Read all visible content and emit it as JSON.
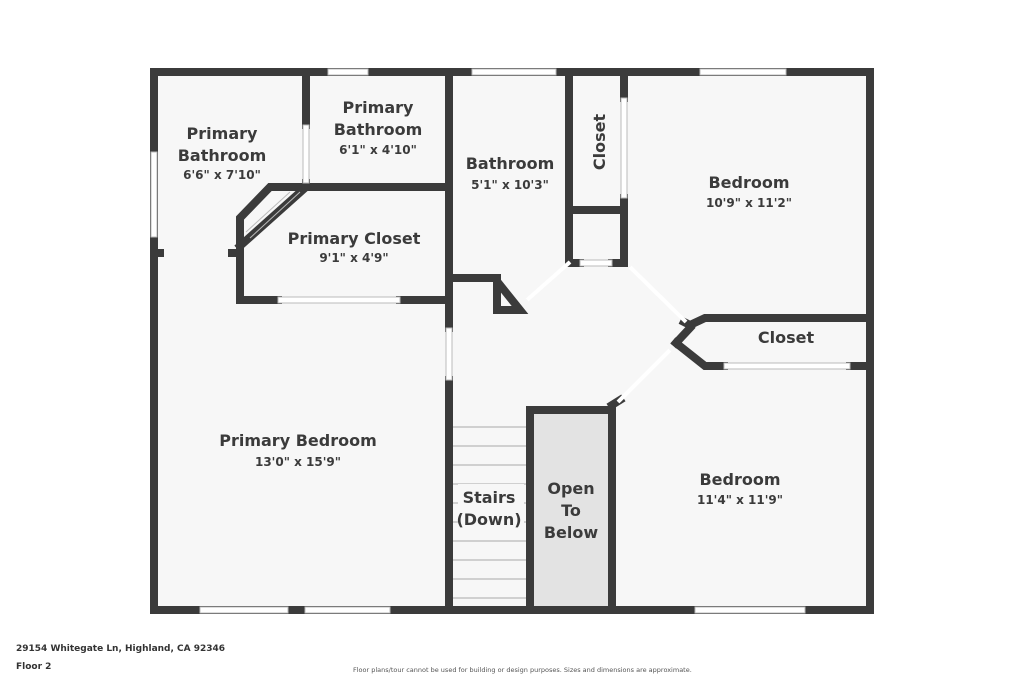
{
  "rooms": {
    "primary_bathroom_1": {
      "name1": "Primary",
      "name2": "Bathroom",
      "dims": "6'6\" x 7'10\""
    },
    "primary_bathroom_2": {
      "name1": "Primary",
      "name2": "Bathroom",
      "dims": "6'1\" x 4'10\""
    },
    "primary_closet": {
      "name": "Primary Closet",
      "dims": "9'1\" x 4'9\""
    },
    "bathroom": {
      "name": "Bathroom",
      "dims": "5'1\" x 10'3\""
    },
    "closet_vertical": {
      "name": "Closet"
    },
    "bedroom_top": {
      "name": "Bedroom",
      "dims": "10'9\" x 11'2\""
    },
    "closet_right": {
      "name": "Closet"
    },
    "primary_bedroom": {
      "name": "Primary Bedroom",
      "dims": "13'0\" x 15'9\""
    },
    "stairs": {
      "name1": "Stairs",
      "name2": "(Down)"
    },
    "open_to_below": {
      "name1": "Open",
      "name2": "To",
      "name3": "Below"
    },
    "bedroom_bottom": {
      "name": "Bedroom",
      "dims": "11'4\" x 11'9\""
    }
  },
  "footer": {
    "address": "29154 Whitegate Ln, Highland, CA 92346",
    "floor": "Floor 2",
    "disclaimer": "Floor plans/tour cannot be used for building or design purposes. Sizes and dimensions are approximate."
  },
  "colors": {
    "wall": "#3b3b3b",
    "floor": "#f7f7f7"
  }
}
